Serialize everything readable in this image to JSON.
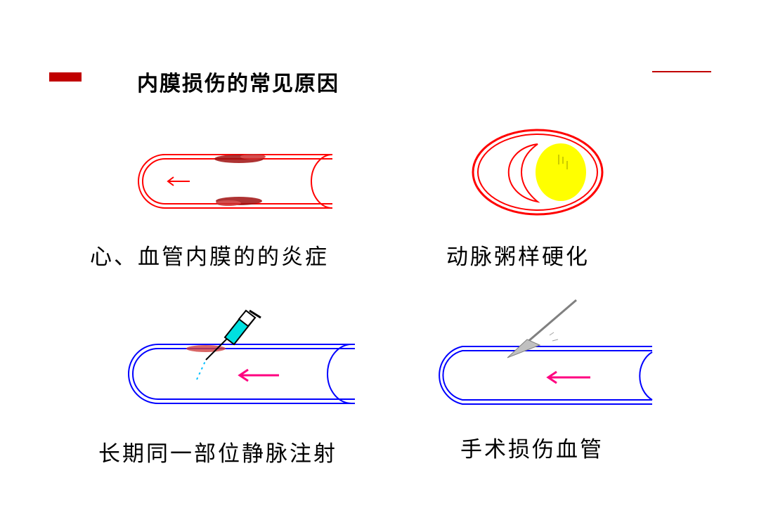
{
  "slide": {
    "title": "内膜损伤的常见原因",
    "accent_color": "#c00000"
  },
  "panels": [
    {
      "caption": "心、血管内膜的的炎症",
      "icon": "inflamed-vessel-icon",
      "color": "#ff0000"
    },
    {
      "caption": "动脉粥样硬化",
      "icon": "atherosclerosis-cross-section-icon",
      "color": "#ff0000",
      "plaque_color": "#ffff00"
    },
    {
      "caption": "长期同一部位静脉注射",
      "icon": "syringe-injection-icon",
      "color": "#0000ff",
      "arrow_color": "#ff0080"
    },
    {
      "caption": "手术损伤血管",
      "icon": "scalpel-incision-icon",
      "color": "#0000ff",
      "arrow_color": "#ff0080"
    }
  ]
}
